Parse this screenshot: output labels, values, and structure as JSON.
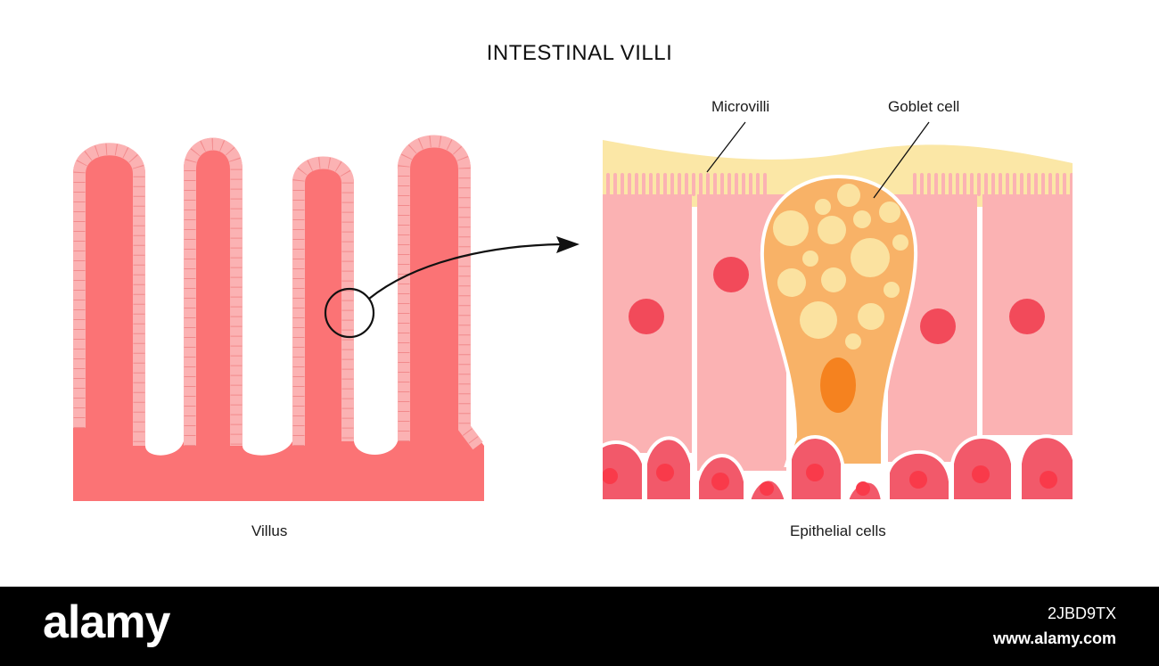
{
  "title": "INTESTINAL VILLI",
  "labels": {
    "villus": "Villus",
    "epithelial": "Epithelial cells",
    "microvilli": "Microvilli",
    "goblet": "Goblet cell"
  },
  "footer": {
    "brand": "alamy",
    "image_code": "2JBD9TX",
    "site": "www.alamy.com"
  },
  "colors": {
    "tissue": "#fb7375",
    "cell_fill": "#fbb2b3",
    "cell_line": "#f28a8c",
    "mucus": "#fbe7a6",
    "goblet": "#f8b267",
    "granule": "#fbe2a0",
    "goblet_nucleus": "#f5821f",
    "nucleus": "#f24a5a",
    "basal_cell": "#f2596a"
  }
}
